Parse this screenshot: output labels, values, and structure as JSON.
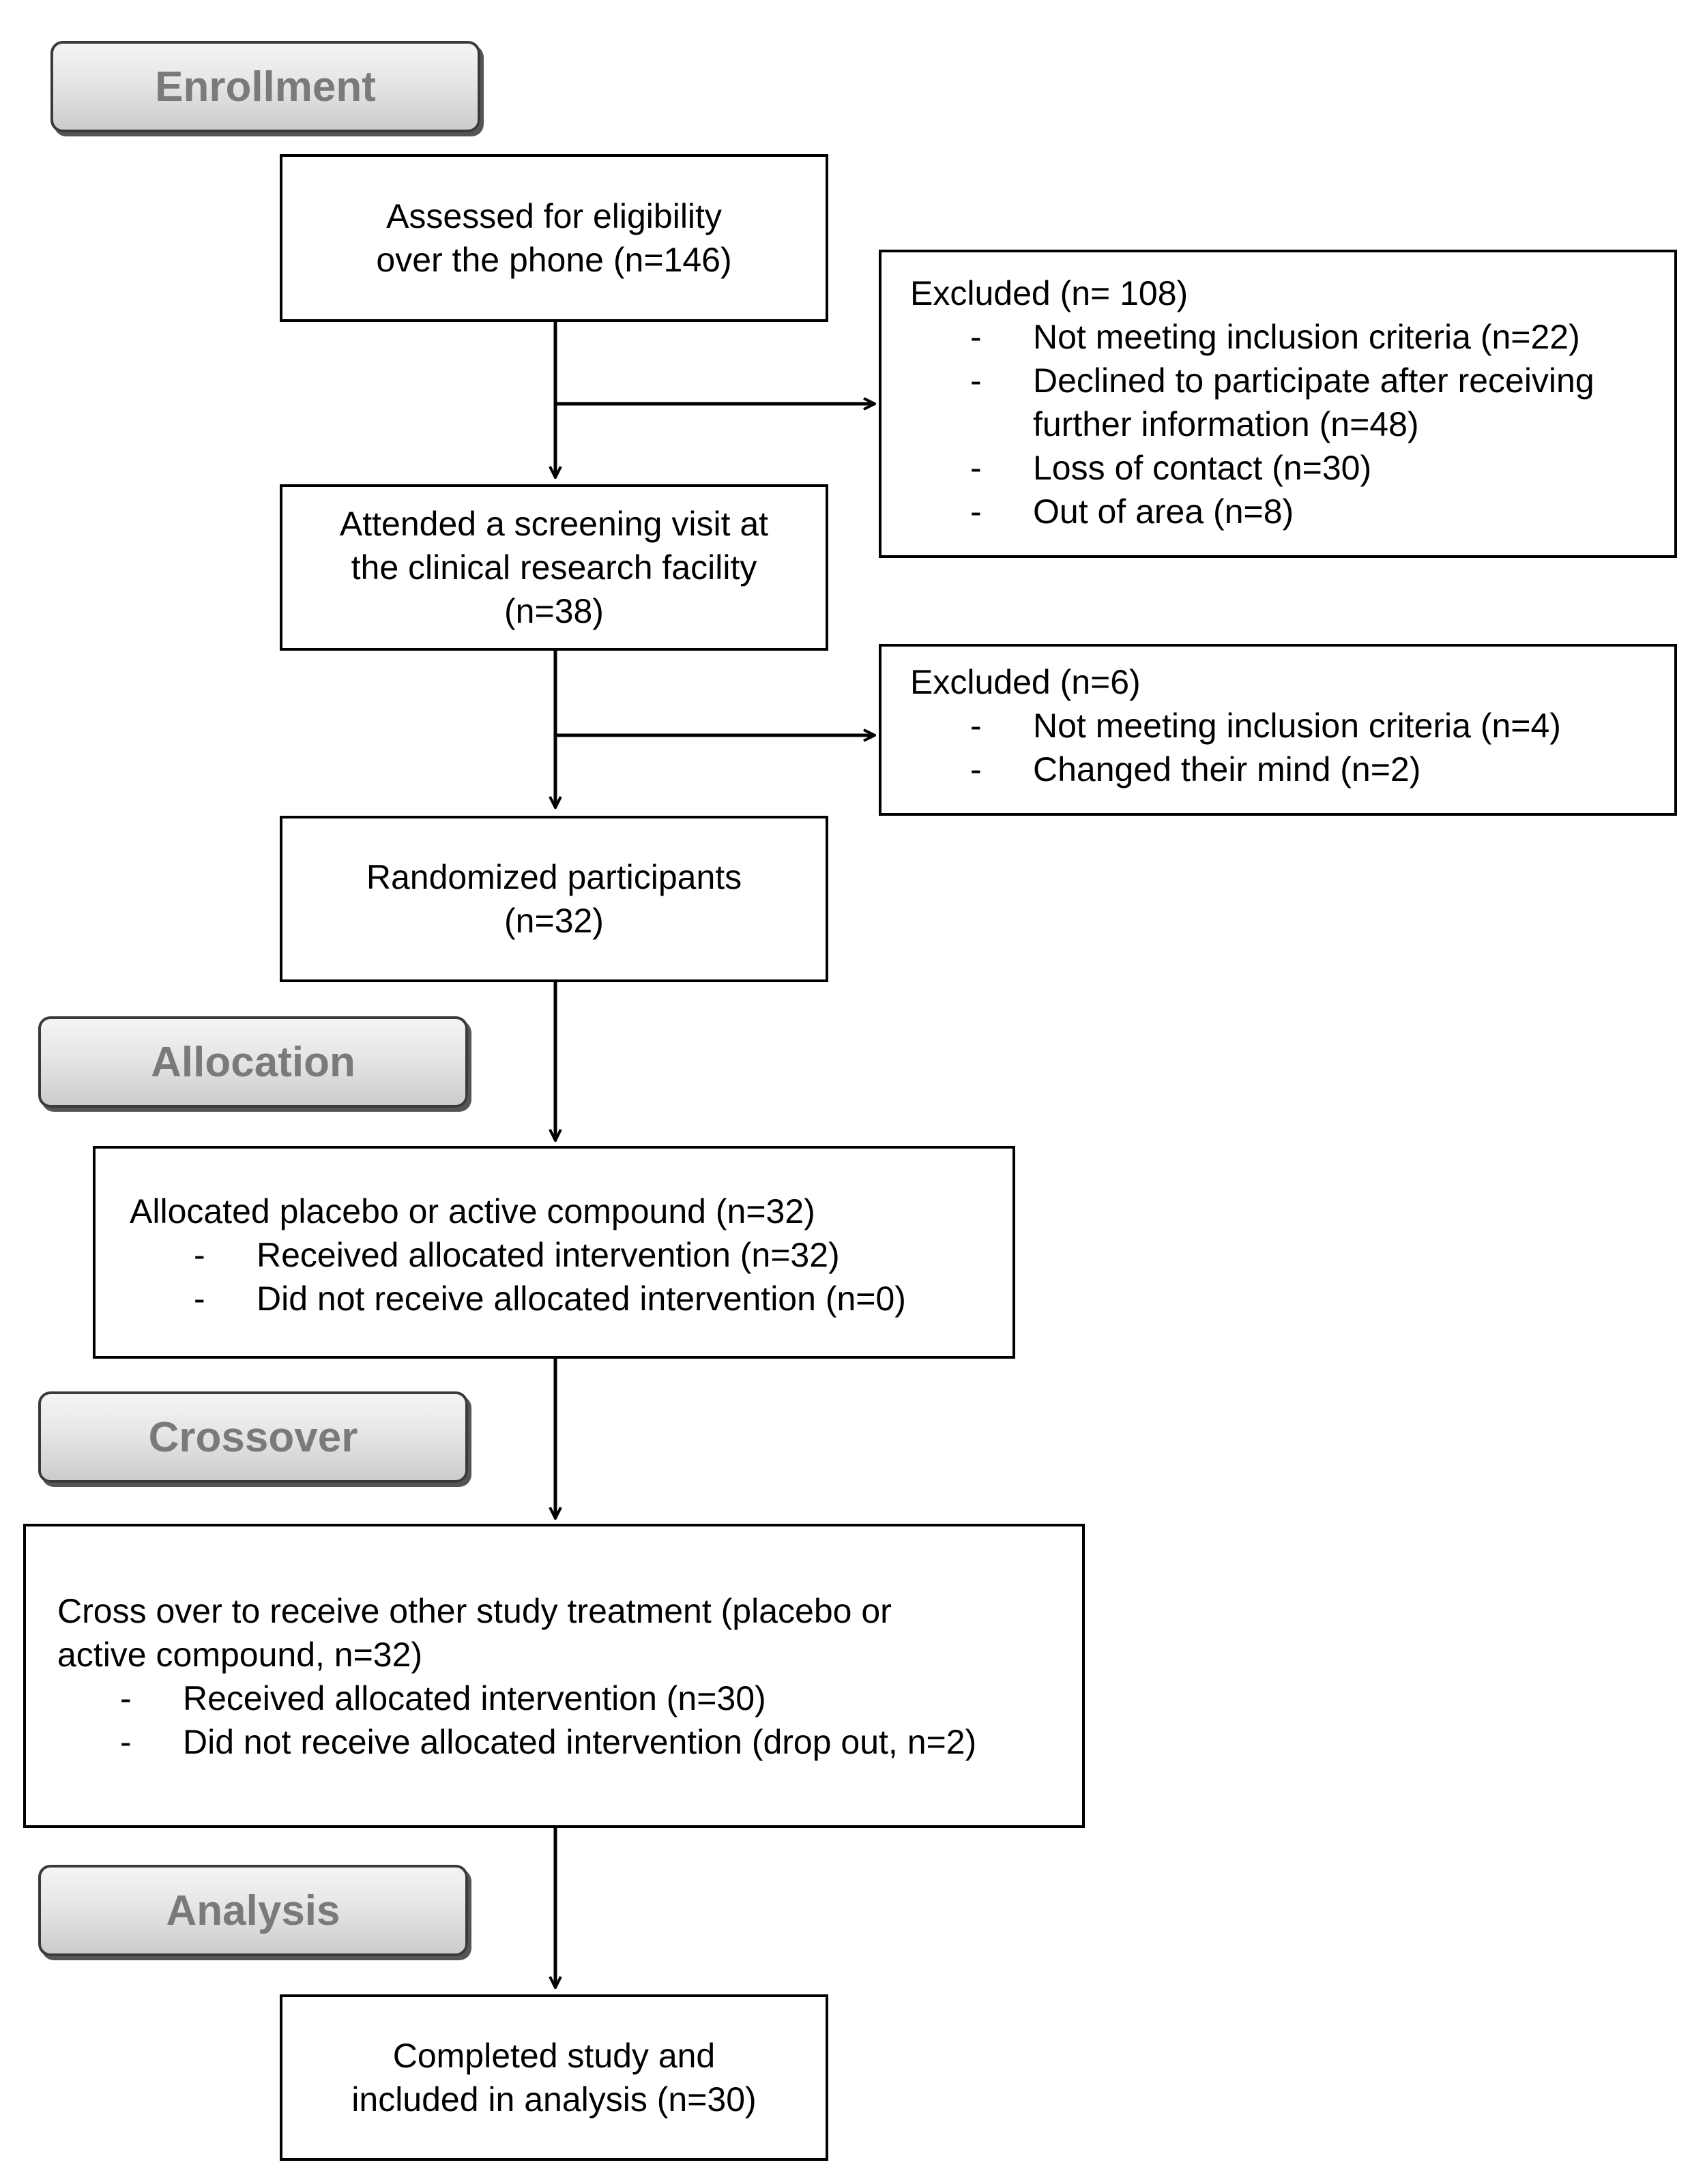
{
  "stages": {
    "enrollment": "Enrollment",
    "allocation": "Allocation",
    "crossover": "Crossover",
    "analysis": "Analysis"
  },
  "boxes": {
    "assessed": {
      "lines": [
        "Assessed for eligibility",
        "over the phone (n=146)"
      ]
    },
    "excluded1": {
      "heading": "Excluded (n= 108)",
      "items": [
        "Not meeting inclusion criteria (n=22)",
        "Declined to participate after receiving",
        "further information (n=48)",
        "Loss of contact (n=30)",
        "Out of area (n=8)"
      ]
    },
    "screening": {
      "lines": [
        "Attended a screening visit at",
        "the clinical research facility",
        "(n=38)"
      ]
    },
    "excluded2": {
      "heading": "Excluded (n=6)",
      "items": [
        "Not meeting inclusion criteria (n=4)",
        "Changed their mind (n=2)"
      ]
    },
    "randomized": {
      "lines": [
        "Randomized participants",
        "(n=32)"
      ]
    },
    "allocated": {
      "heading": "Allocated placebo or active compound (n=32)",
      "items": [
        "Received allocated intervention (n=32)",
        "Did not receive allocated intervention (n=0)"
      ]
    },
    "crossover": {
      "heading_lines": [
        "Cross over to receive other study treatment (placebo or",
        "active compound, n=32)"
      ],
      "items": [
        "Received allocated intervention (n=30)",
        "Did not receive allocated intervention (drop out, n=2)"
      ]
    },
    "completed": {
      "lines": [
        "Completed study and",
        "included in analysis (n=30)"
      ]
    }
  },
  "bullet": "-"
}
